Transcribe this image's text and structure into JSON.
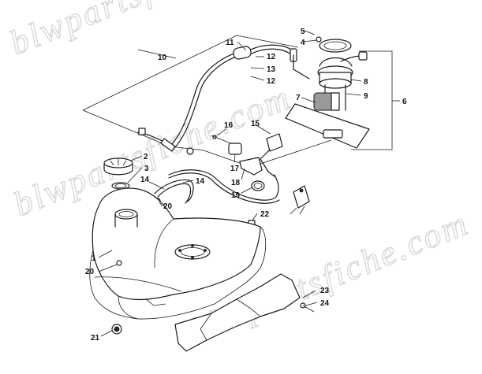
{
  "watermark": {
    "text_top": "blwpartsfiche.com",
    "text_mid": "blwpartsfiche.com",
    "text_low": "blwpartsfiche.com"
  },
  "callouts": {
    "c1": "1",
    "c2": "2",
    "c3": "3",
    "c4": "4",
    "c5": "5",
    "c6": "6",
    "c7": "7",
    "c8": "8",
    "c9": "9",
    "c10": "10",
    "c11": "11",
    "c12a": "12",
    "c12b": "12",
    "c13": "13",
    "c14a": "14",
    "c14b": "14",
    "c15": "15",
    "c16": "16",
    "c17": "17",
    "c18": "18",
    "c19": "19",
    "c20a": "20",
    "c20b": "20",
    "c21": "21",
    "c22": "22",
    "c23": "23",
    "c24": "24"
  },
  "colors": {
    "line": "#1a1a1a",
    "watermark": "#d6d6d6",
    "background": "#ffffff"
  }
}
